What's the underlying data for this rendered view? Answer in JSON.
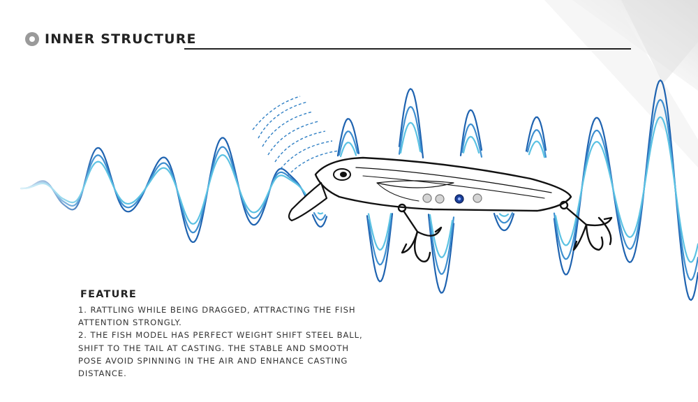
{
  "header": {
    "title": "INNER STRUCTURE",
    "bullet_icon": "ring-bullet-icon"
  },
  "illustration": {
    "subject": "fishing-lure-icon",
    "sound_icon": "sound-wave-arcs-icon",
    "wave_colors": [
      "#1f63b0",
      "#3e8fd0",
      "#5bc2e3"
    ]
  },
  "feature": {
    "heading": "FEATURE",
    "lines": [
      "1. RATTLING WHILE BEING DRAGGED, ATTRACTING THE FISH",
      "ATTENTION STRONGLY.",
      "2. THE FISH MODEL HAS PERFECT WEIGHT SHIFT STEEL BALL,",
      "SHIFT TO THE TAIL AT CASTING. THE STABLE AND SMOOTH",
      "POSE AVOID SPINNING IN THE AIR AND ENHANCE CASTING",
      "DISTANCE."
    ]
  }
}
